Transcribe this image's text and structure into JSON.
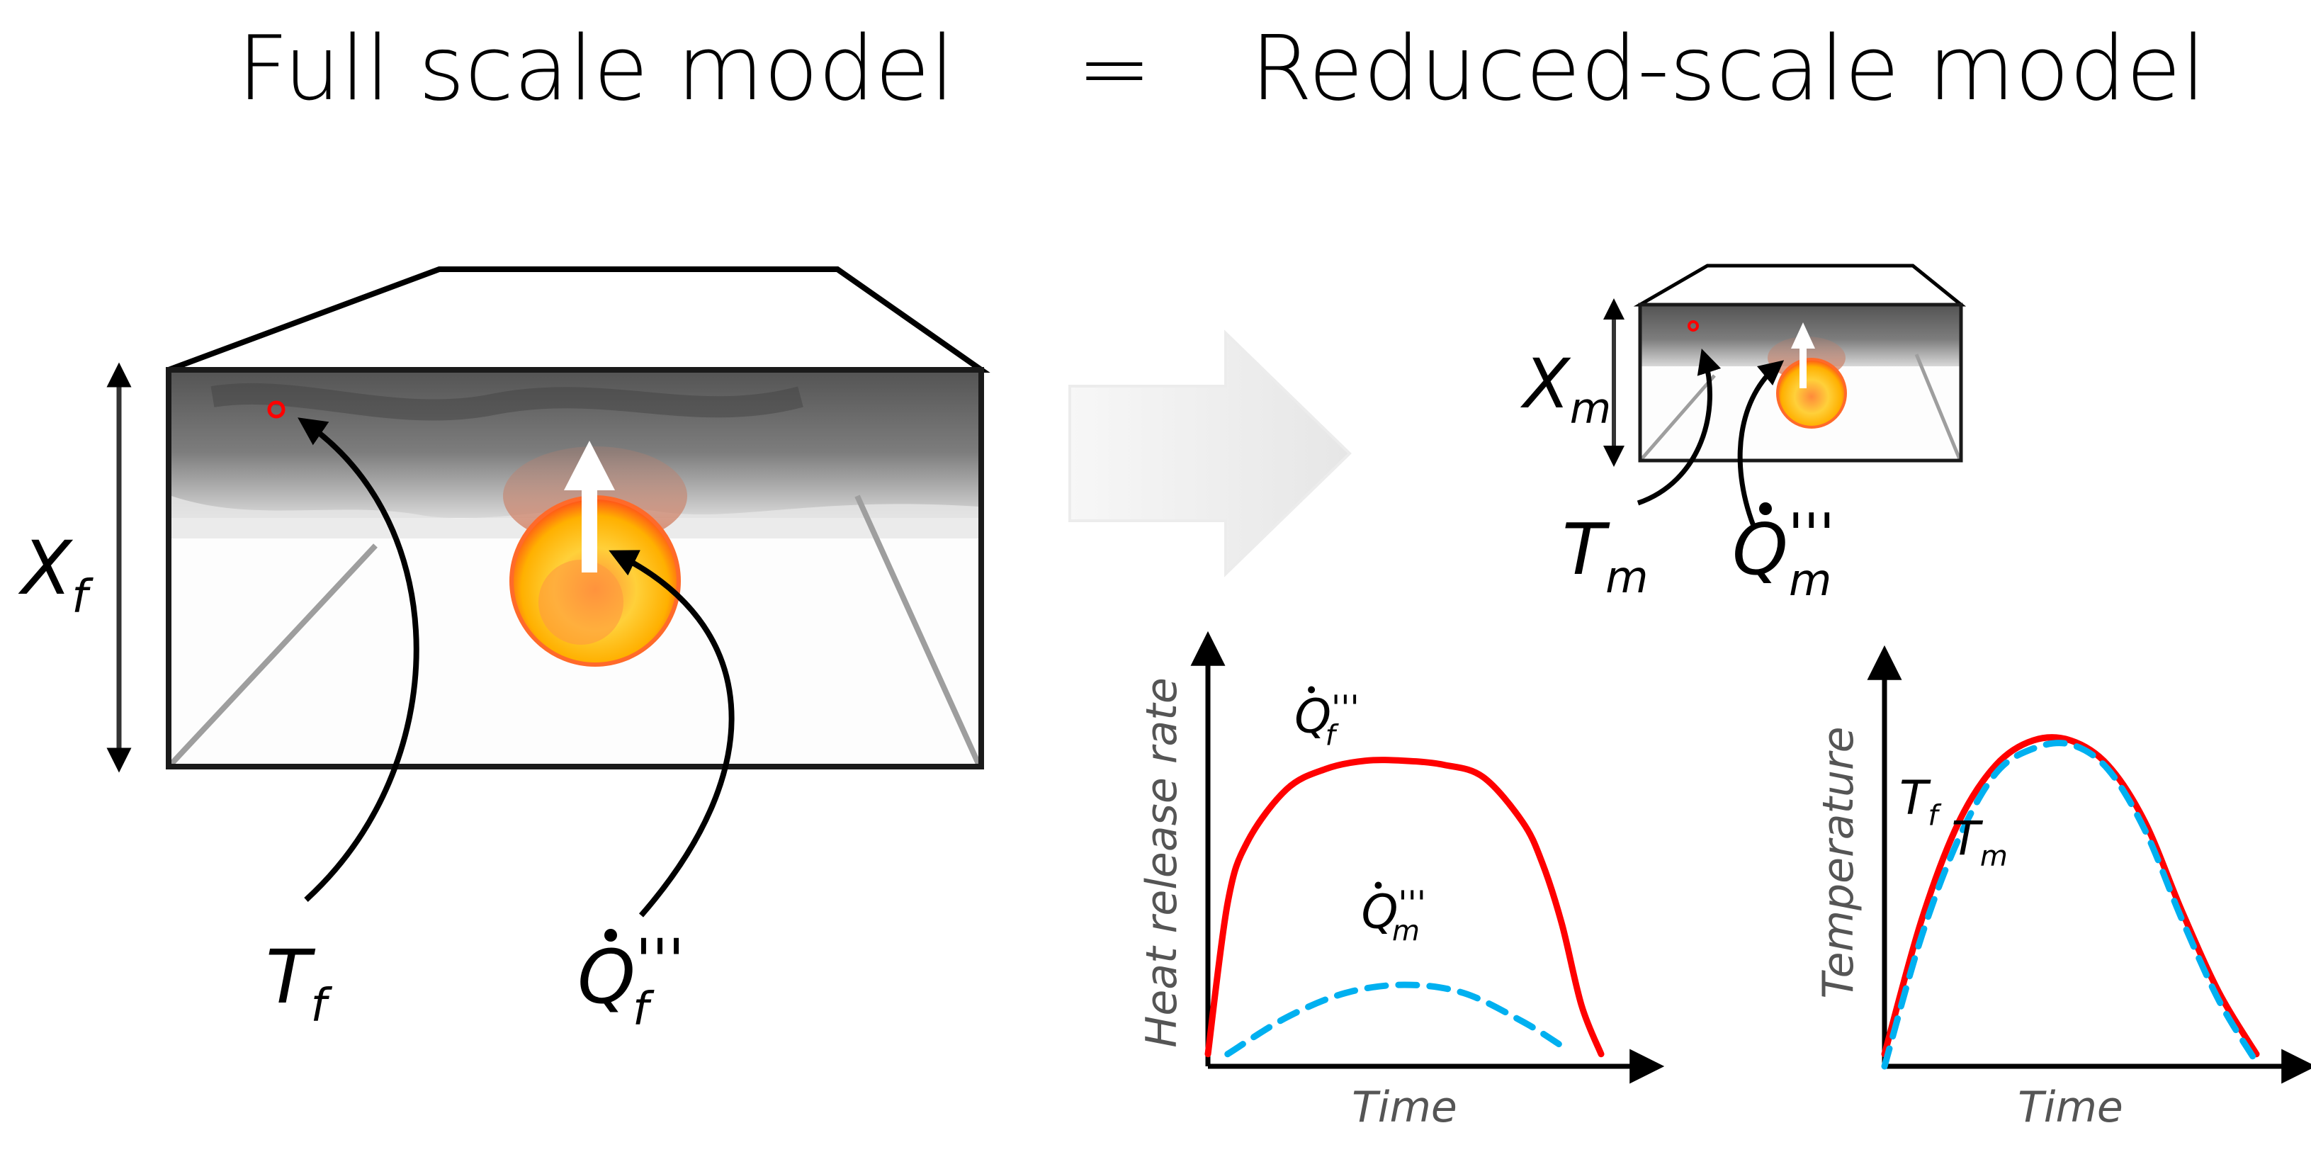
{
  "title": {
    "left": "Full scale model",
    "equals": "=",
    "right": "Reduced-scale model"
  },
  "full_scale": {
    "height_symbol": "X",
    "height_sub": "f",
    "temp_symbol": "T",
    "temp_sub": "f",
    "hrr_symbol": "Q",
    "hrr_primes": "'''",
    "hrr_sub": "f"
  },
  "reduced_scale": {
    "height_symbol": "X",
    "height_sub": "m",
    "temp_symbol": "T",
    "temp_sub": "m",
    "hrr_symbol": "Q",
    "hrr_primes": "'''",
    "hrr_sub": "m"
  },
  "colors": {
    "full_scale_curve": "#ff0000",
    "reduced_scale_curve": "#00b0f0",
    "measurement_point": "#ff0000",
    "smoke": "#555555",
    "flame": "#ffb000"
  },
  "icons": [
    "scaling-arrow-icon",
    "flow-up-arrow-icon",
    "measurement-point-icon",
    "fire-icon"
  ],
  "chart_data": [
    {
      "type": "line",
      "title": "",
      "ylabel": "Heat release rate",
      "xlabel": "Time",
      "grid": false,
      "series": [
        {
          "label_symbol": "Q",
          "label_primes": "'''",
          "label_sub": "f",
          "style": "solid",
          "color": "#ff0000",
          "x": [
            0.0,
            0.05,
            0.1,
            0.2,
            0.3,
            0.4,
            0.5,
            0.6,
            0.7,
            0.8,
            0.85,
            0.9,
            0.95,
            1.0
          ],
          "y": [
            0.03,
            0.4,
            0.55,
            0.68,
            0.73,
            0.75,
            0.75,
            0.74,
            0.71,
            0.6,
            0.5,
            0.35,
            0.15,
            0.03
          ]
        },
        {
          "label_symbol": "Q",
          "label_primes": "'''",
          "label_sub": "m",
          "style": "dashed",
          "color": "#00b0f0",
          "x": [
            0.05,
            0.2,
            0.35,
            0.5,
            0.65,
            0.8,
            0.9
          ],
          "y": [
            0.03,
            0.12,
            0.18,
            0.2,
            0.18,
            0.11,
            0.05
          ]
        }
      ]
    },
    {
      "type": "line",
      "title": "",
      "ylabel": "Temperature",
      "xlabel": "Time",
      "grid": false,
      "series": [
        {
          "label_symbol": "T",
          "label_sub": "f",
          "style": "solid",
          "color": "#ff0000",
          "x": [
            0.0,
            0.1,
            0.2,
            0.3,
            0.4,
            0.5,
            0.6,
            0.7,
            0.8,
            0.9,
            1.0
          ],
          "y": [
            0.03,
            0.36,
            0.6,
            0.74,
            0.8,
            0.8,
            0.74,
            0.6,
            0.38,
            0.18,
            0.03
          ]
        },
        {
          "label_symbol": "T",
          "label_sub": "m",
          "style": "dashed",
          "color": "#00b0f0",
          "x": [
            0.0,
            0.1,
            0.2,
            0.3,
            0.4,
            0.5,
            0.6,
            0.7,
            0.8,
            0.9,
            1.0
          ],
          "y": [
            0.0,
            0.32,
            0.56,
            0.72,
            0.78,
            0.79,
            0.73,
            0.58,
            0.36,
            0.16,
            0.01
          ]
        }
      ]
    }
  ]
}
